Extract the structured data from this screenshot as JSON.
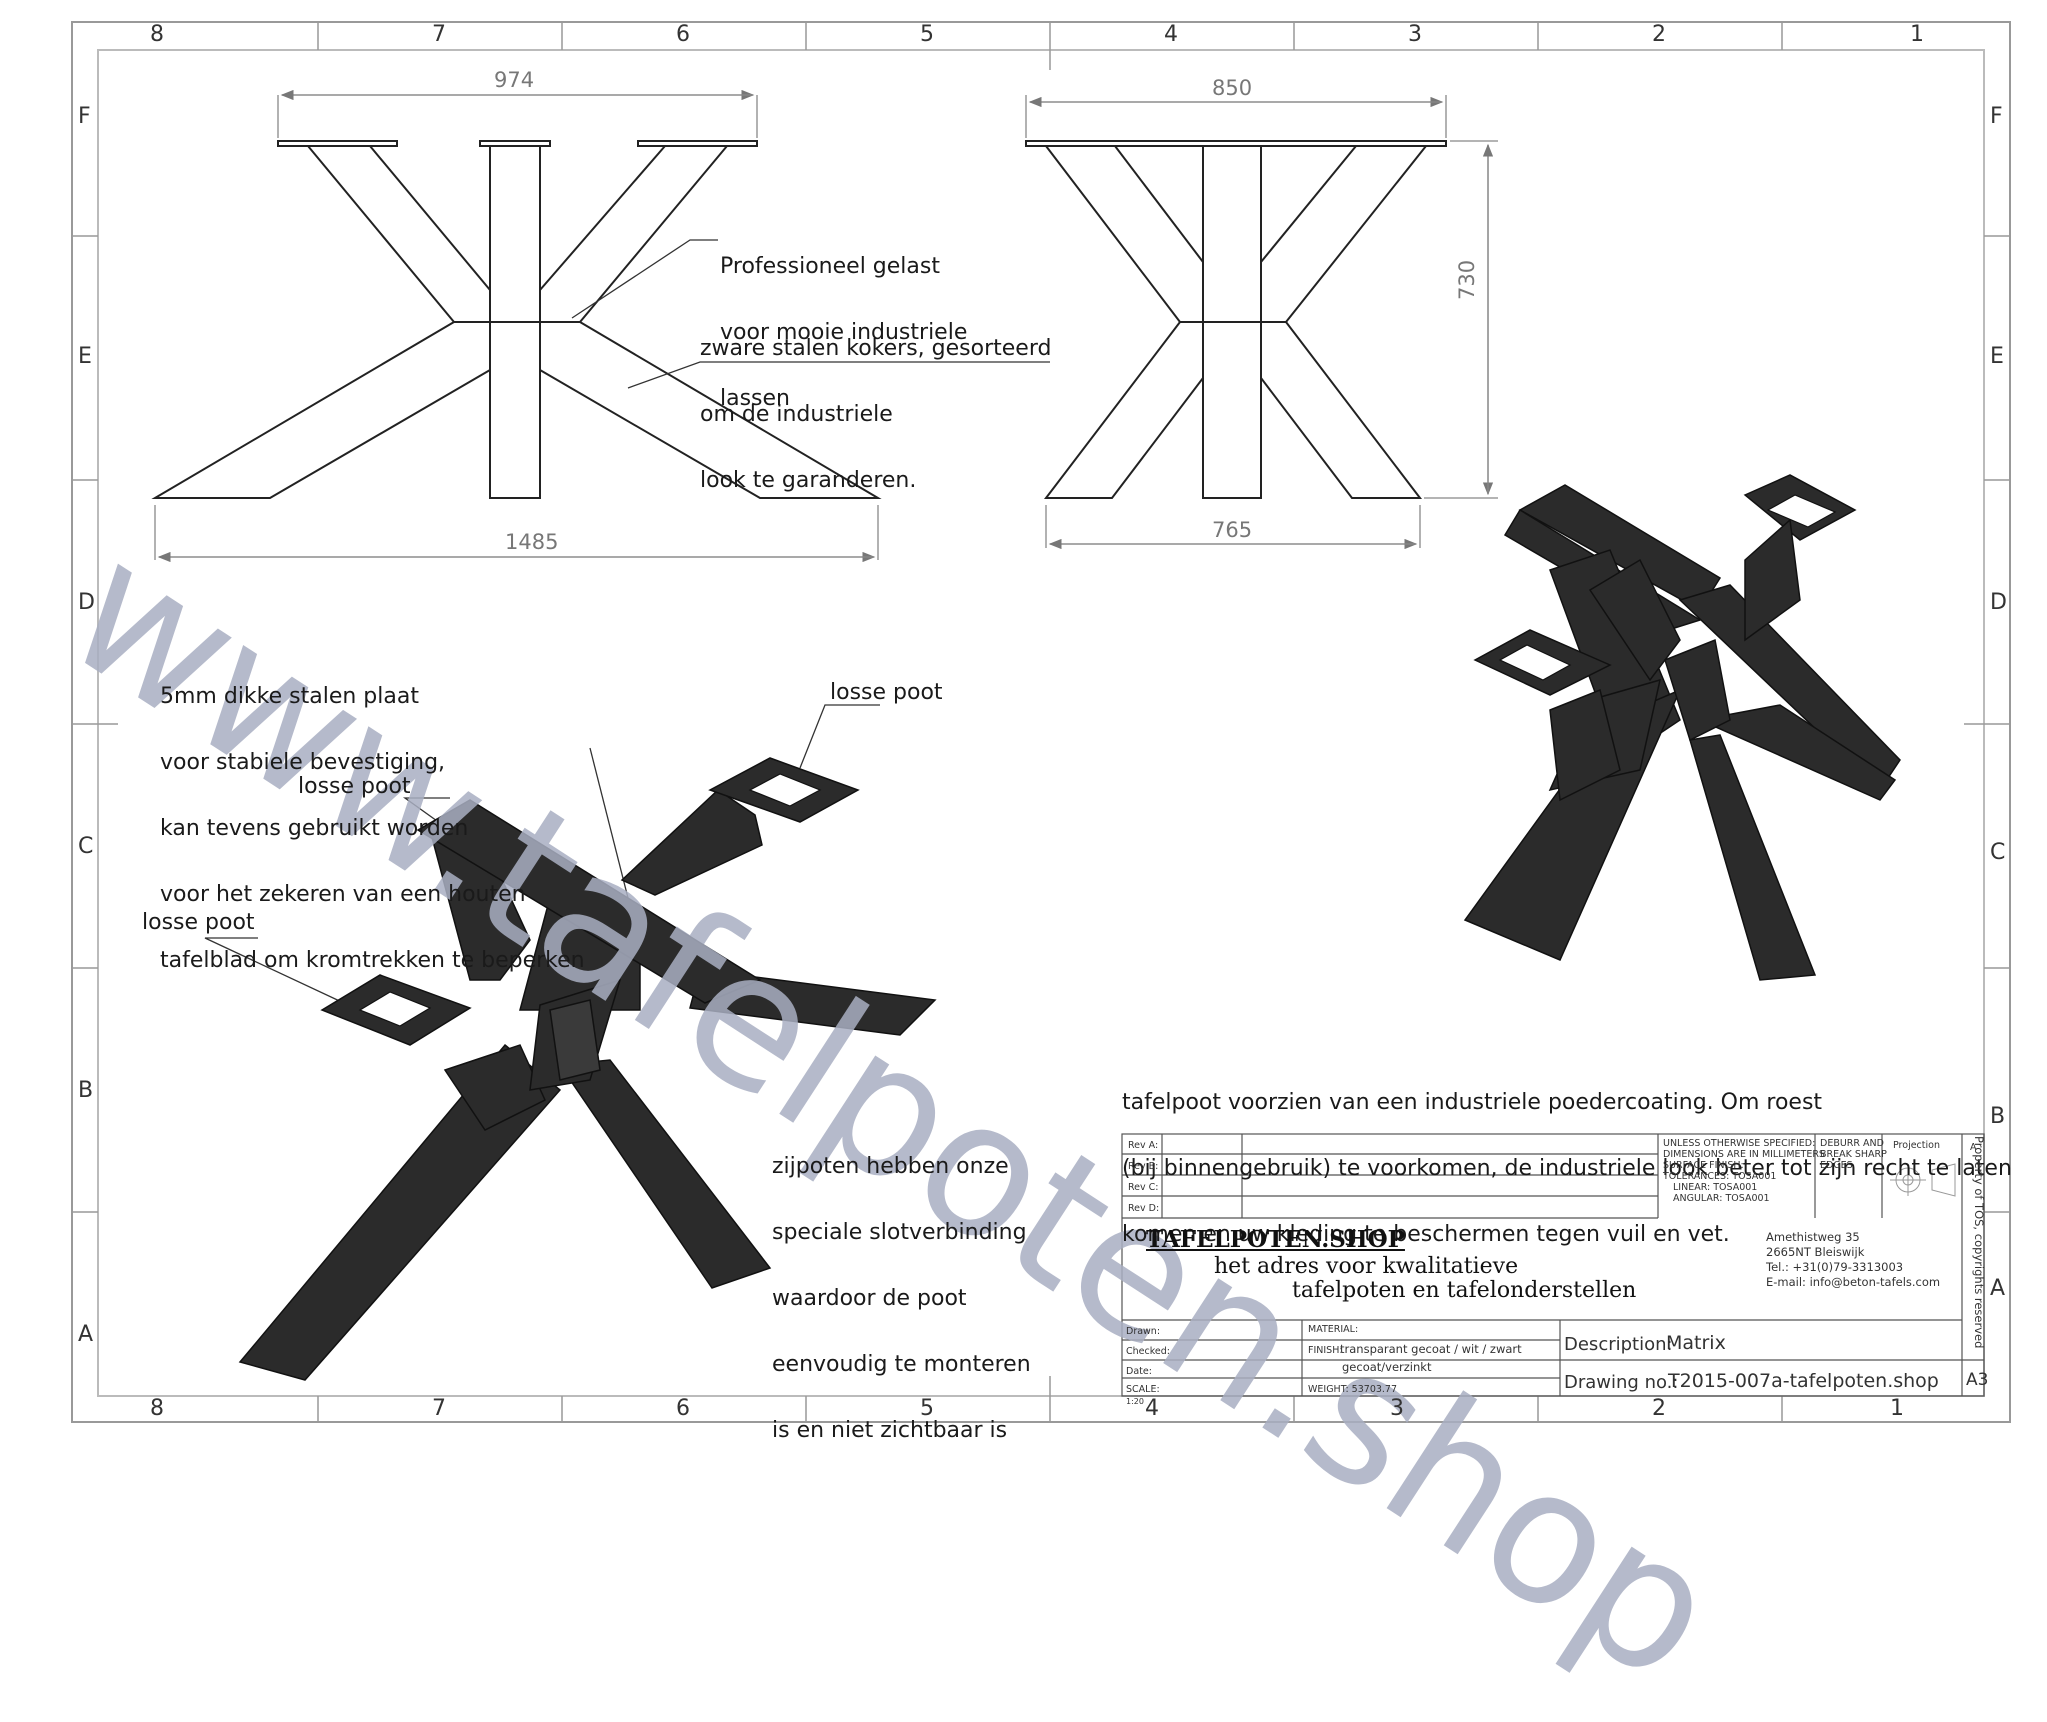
{
  "watermark": "www.tafelpoten.shop",
  "zones": {
    "columns_top": [
      "8",
      "7",
      "6",
      "5",
      "4",
      "3",
      "2",
      "1"
    ],
    "columns_bottom": [
      "8",
      "7",
      "6",
      "5",
      "4",
      "3",
      "2",
      "1"
    ],
    "rows_left": [
      "F",
      "E",
      "D",
      "C",
      "B",
      "A"
    ],
    "rows_right": [
      "F",
      "E",
      "D",
      "C",
      "B",
      "A"
    ]
  },
  "dimensions": {
    "front_top": "974",
    "front_bottom": "1485",
    "side_top": "850",
    "side_height": "730",
    "side_bottom": "765"
  },
  "annotations": {
    "weld": [
      "Professioneel gelast",
      "voor mooie industriele",
      "lassen"
    ],
    "tubes": [
      "zware stalen kokers, gesorteerd",
      "om de industriele",
      "look te garanderen."
    ],
    "plate": [
      "5mm dikke stalen plaat",
      "voor stabiele bevestiging,",
      "kan tevens gebruikt worden",
      "voor het zekeren van een houten",
      "tafelblad om kromtrekken te beperken"
    ],
    "losse_poot_1": "losse poot",
    "losse_poot_2": "losse poot",
    "losse_poot_3": "losse poot",
    "zijpoten": [
      "zijpoten hebben onze",
      "speciale slotverbinding",
      "waardoor de poot",
      "eenvoudig te monteren",
      "is en niet zichtbaar is"
    ],
    "coating": [
      "tafelpoot voorzien van een industriele poedercoating. Om roest",
      "(bij binnengebruik) te voorkomen, de industriele look beter tot zijn recht te laten",
      "komen en uw kleding te beschermen tegen vuil en vet."
    ]
  },
  "title_block": {
    "rev_labels": [
      "Rev A:",
      "Rev B:",
      "Rev C:",
      "Rev D:"
    ],
    "spec": [
      "UNLESS OTHERWISE SPECIFIED:",
      "DIMENSIONS ARE IN MILLIMETERS",
      "SURFACE FINISH:",
      "TOLERANCES: TOSA001",
      "LINEAR: TOSA001",
      "ANGULAR: TOSA001"
    ],
    "deburr": [
      "DEBURR AND",
      "BREAK SHARP",
      "EDGES"
    ],
    "projection_label": "Projection",
    "projection_letter": "A",
    "company": "TAFELPOTEN.SHOP",
    "slogan_1": "het adres voor kwalitatieve",
    "slogan_2": "tafelpoten en tafelonderstellen",
    "address": [
      "Amethistweg 35",
      "2665NT Bleiswijk",
      "Tel.: +31(0)79-3313003",
      "E-mail: info@beton-tafels.com"
    ],
    "property_note": "Property of TOS, copyrights reserved",
    "row_labels": [
      "Drawn:",
      "Checked:",
      "Date:",
      "SCALE:"
    ],
    "scale_value": "1:20",
    "material_label": "MATERIAL:",
    "finish_label": "FINISH:",
    "finish_value_1": "transparant gecoat / wit / zwart",
    "finish_value_2": "gecoat/verzinkt",
    "weight": "WEIGHT: 53703.77",
    "description_label": "Description:",
    "description_value": "Matrix",
    "drawing_no_label": "Drawing no.:",
    "drawing_no_value": "T2015-007a-tafelpoten.shop",
    "sheet_size": "A3"
  },
  "colors": {
    "line": "#222222",
    "steel": "#2b2b2b",
    "watermark": "#a9afc2",
    "dim": "#888888"
  }
}
